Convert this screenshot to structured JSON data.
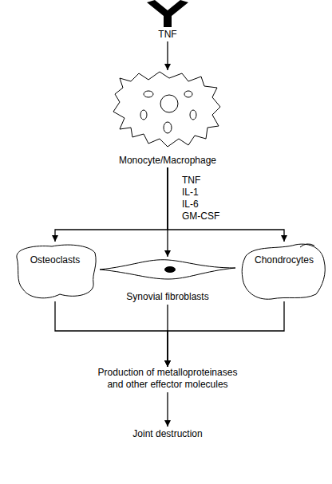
{
  "diagram": {
    "nodes": [
      {
        "text": [
          "TNF"
        ]
      },
      {
        "text": [
          "Monocyte/Macrophage"
        ]
      },
      {
        "text": [
          "Osteoclasts"
        ]
      },
      {
        "text": [
          "Synovial fibroblasts"
        ]
      },
      {
        "text": [
          "Chondrocytes"
        ]
      },
      {
        "text": [
          "Production of metalloproteinases and other effector molecules"
        ]
      },
      {
        "text": [
          "Joint destruction"
        ]
      }
    ],
    "edges": [
      {
        "from": 0,
        "to": 1,
        "arrow": "to"
      },
      {
        "from": 1,
        "to": 2,
        "arrow": "to"
      },
      {
        "from": 1,
        "to": 3,
        "arrow": "to"
      },
      {
        "from": 1,
        "to": 4,
        "arrow": "to"
      },
      {
        "from": 2,
        "to": 5,
        "arrow": "to"
      },
      {
        "from": 3,
        "to": 5,
        "arrow": "to"
      },
      {
        "from": 4,
        "to": 5,
        "arrow": "to"
      },
      {
        "from": 5,
        "to": 6,
        "arrow": "to"
      }
    ],
    "labels": [
      "TNF",
      "IL-1",
      "IL-6",
      "GM-CSF"
    ]
  }
}
